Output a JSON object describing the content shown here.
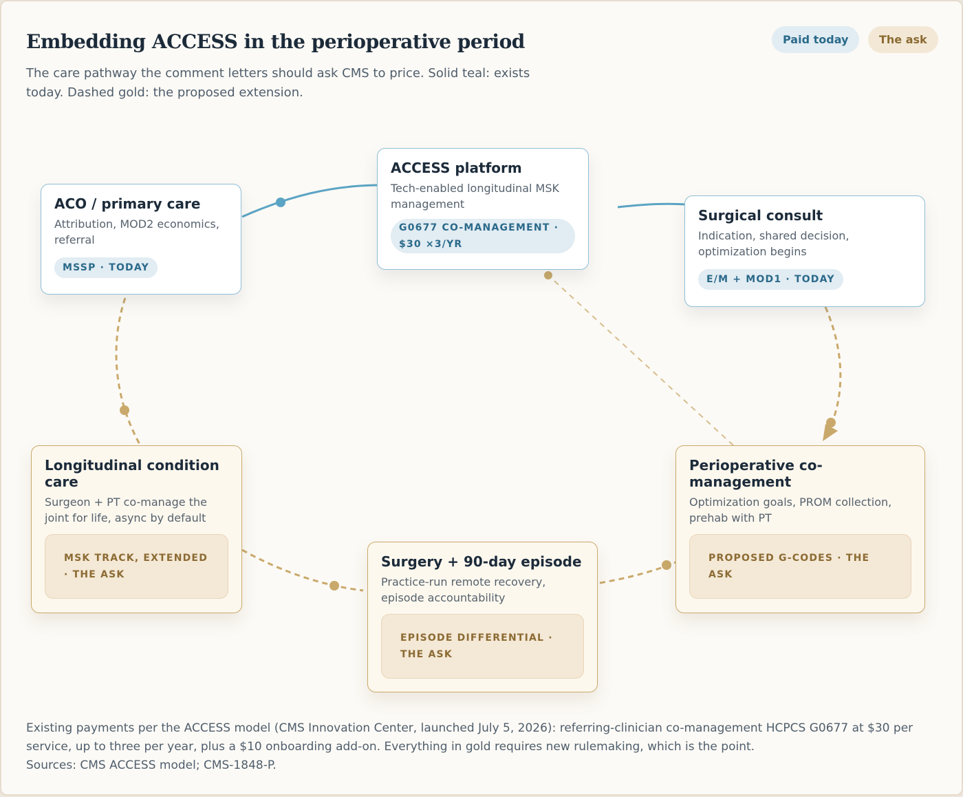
{
  "header": {
    "title": "Embedding ACCESS in the perioperative period",
    "subtitle": "The care pathway the comment letters should ask CMS to price. Solid teal: exists today. Dashed gold: the proposed extension."
  },
  "legend": {
    "paid_label": "Paid today",
    "ask_label": "The ask"
  },
  "nodes": {
    "aco": {
      "title": "ACO / primary care",
      "description": "Attribution, MOD2 economics, referral",
      "tag": "MSSP · TODAY"
    },
    "access": {
      "title": "ACCESS platform",
      "description": "Tech-enabled longitudinal MSK management",
      "tag": "G0677 CO-MANAGEMENT · $30 ×3/YR"
    },
    "surgical": {
      "title": "Surgical consult",
      "description": "Indication, shared decision, optimization begins",
      "tag": "E/M + MOD1 · TODAY"
    },
    "periop": {
      "title": "Perioperative co-management",
      "description": "Optimization goals, PROM collection, prehab with PT",
      "tag": "PROPOSED G-CODES · THE ASK"
    },
    "surgery": {
      "title": "Surgery + 90-day episode",
      "description": "Practice-run remote recovery, episode accountability",
      "tag": "EPISODE DIFFERENTIAL · THE ASK"
    },
    "longitudinal": {
      "title": "Longitudinal condition care",
      "description": "Surgeon + PT co-manage the joint for life, async by default",
      "tag": "MSK TRACK, EXTENDED · THE ASK"
    }
  },
  "colors": {
    "paid_accent": "#5ba4c4",
    "ask_accent": "#c9a96b"
  },
  "footer": {
    "line1": "Existing payments per the ACCESS model (CMS Innovation Center, launched July 5, 2026): referring-clinician co-management HCPCS G0677 at $30 per service, up to three per year, plus a $10 onboarding add-on. Everything in gold requires new rulemaking, which is the point.",
    "line2": "Sources: CMS ACCESS model; CMS-1848-P."
  }
}
